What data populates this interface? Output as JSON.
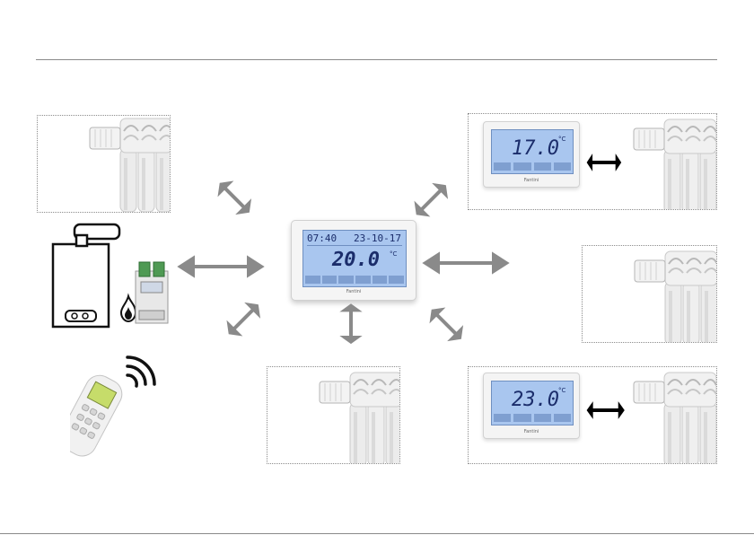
{
  "central_thermostat": {
    "time": "07:40",
    "date": "23-10-17",
    "temperature": "20.0",
    "unit": "°C",
    "brand": "Fantini"
  },
  "zone_thermostat_top": {
    "temperature": "17.0",
    "unit": "°C",
    "brand": "Fantini"
  },
  "zone_thermostat_bottom": {
    "temperature": "23.0",
    "unit": "°C",
    "brand": "Fantini"
  },
  "colors": {
    "arrow_gray": "#8a8a8a",
    "arrow_black": "#000000",
    "lcd_blue": "#a9c6ef",
    "lcd_text": "#1b2d6b",
    "zone_border": "#8c8c8c",
    "radiator": "#e9e9e9"
  },
  "icons": [
    "radiator-valve-icon",
    "boiler-icon",
    "flame-icon",
    "relay-module-icon",
    "remote-control-icon",
    "wireless-signal-icon",
    "double-arrow-icon"
  ]
}
